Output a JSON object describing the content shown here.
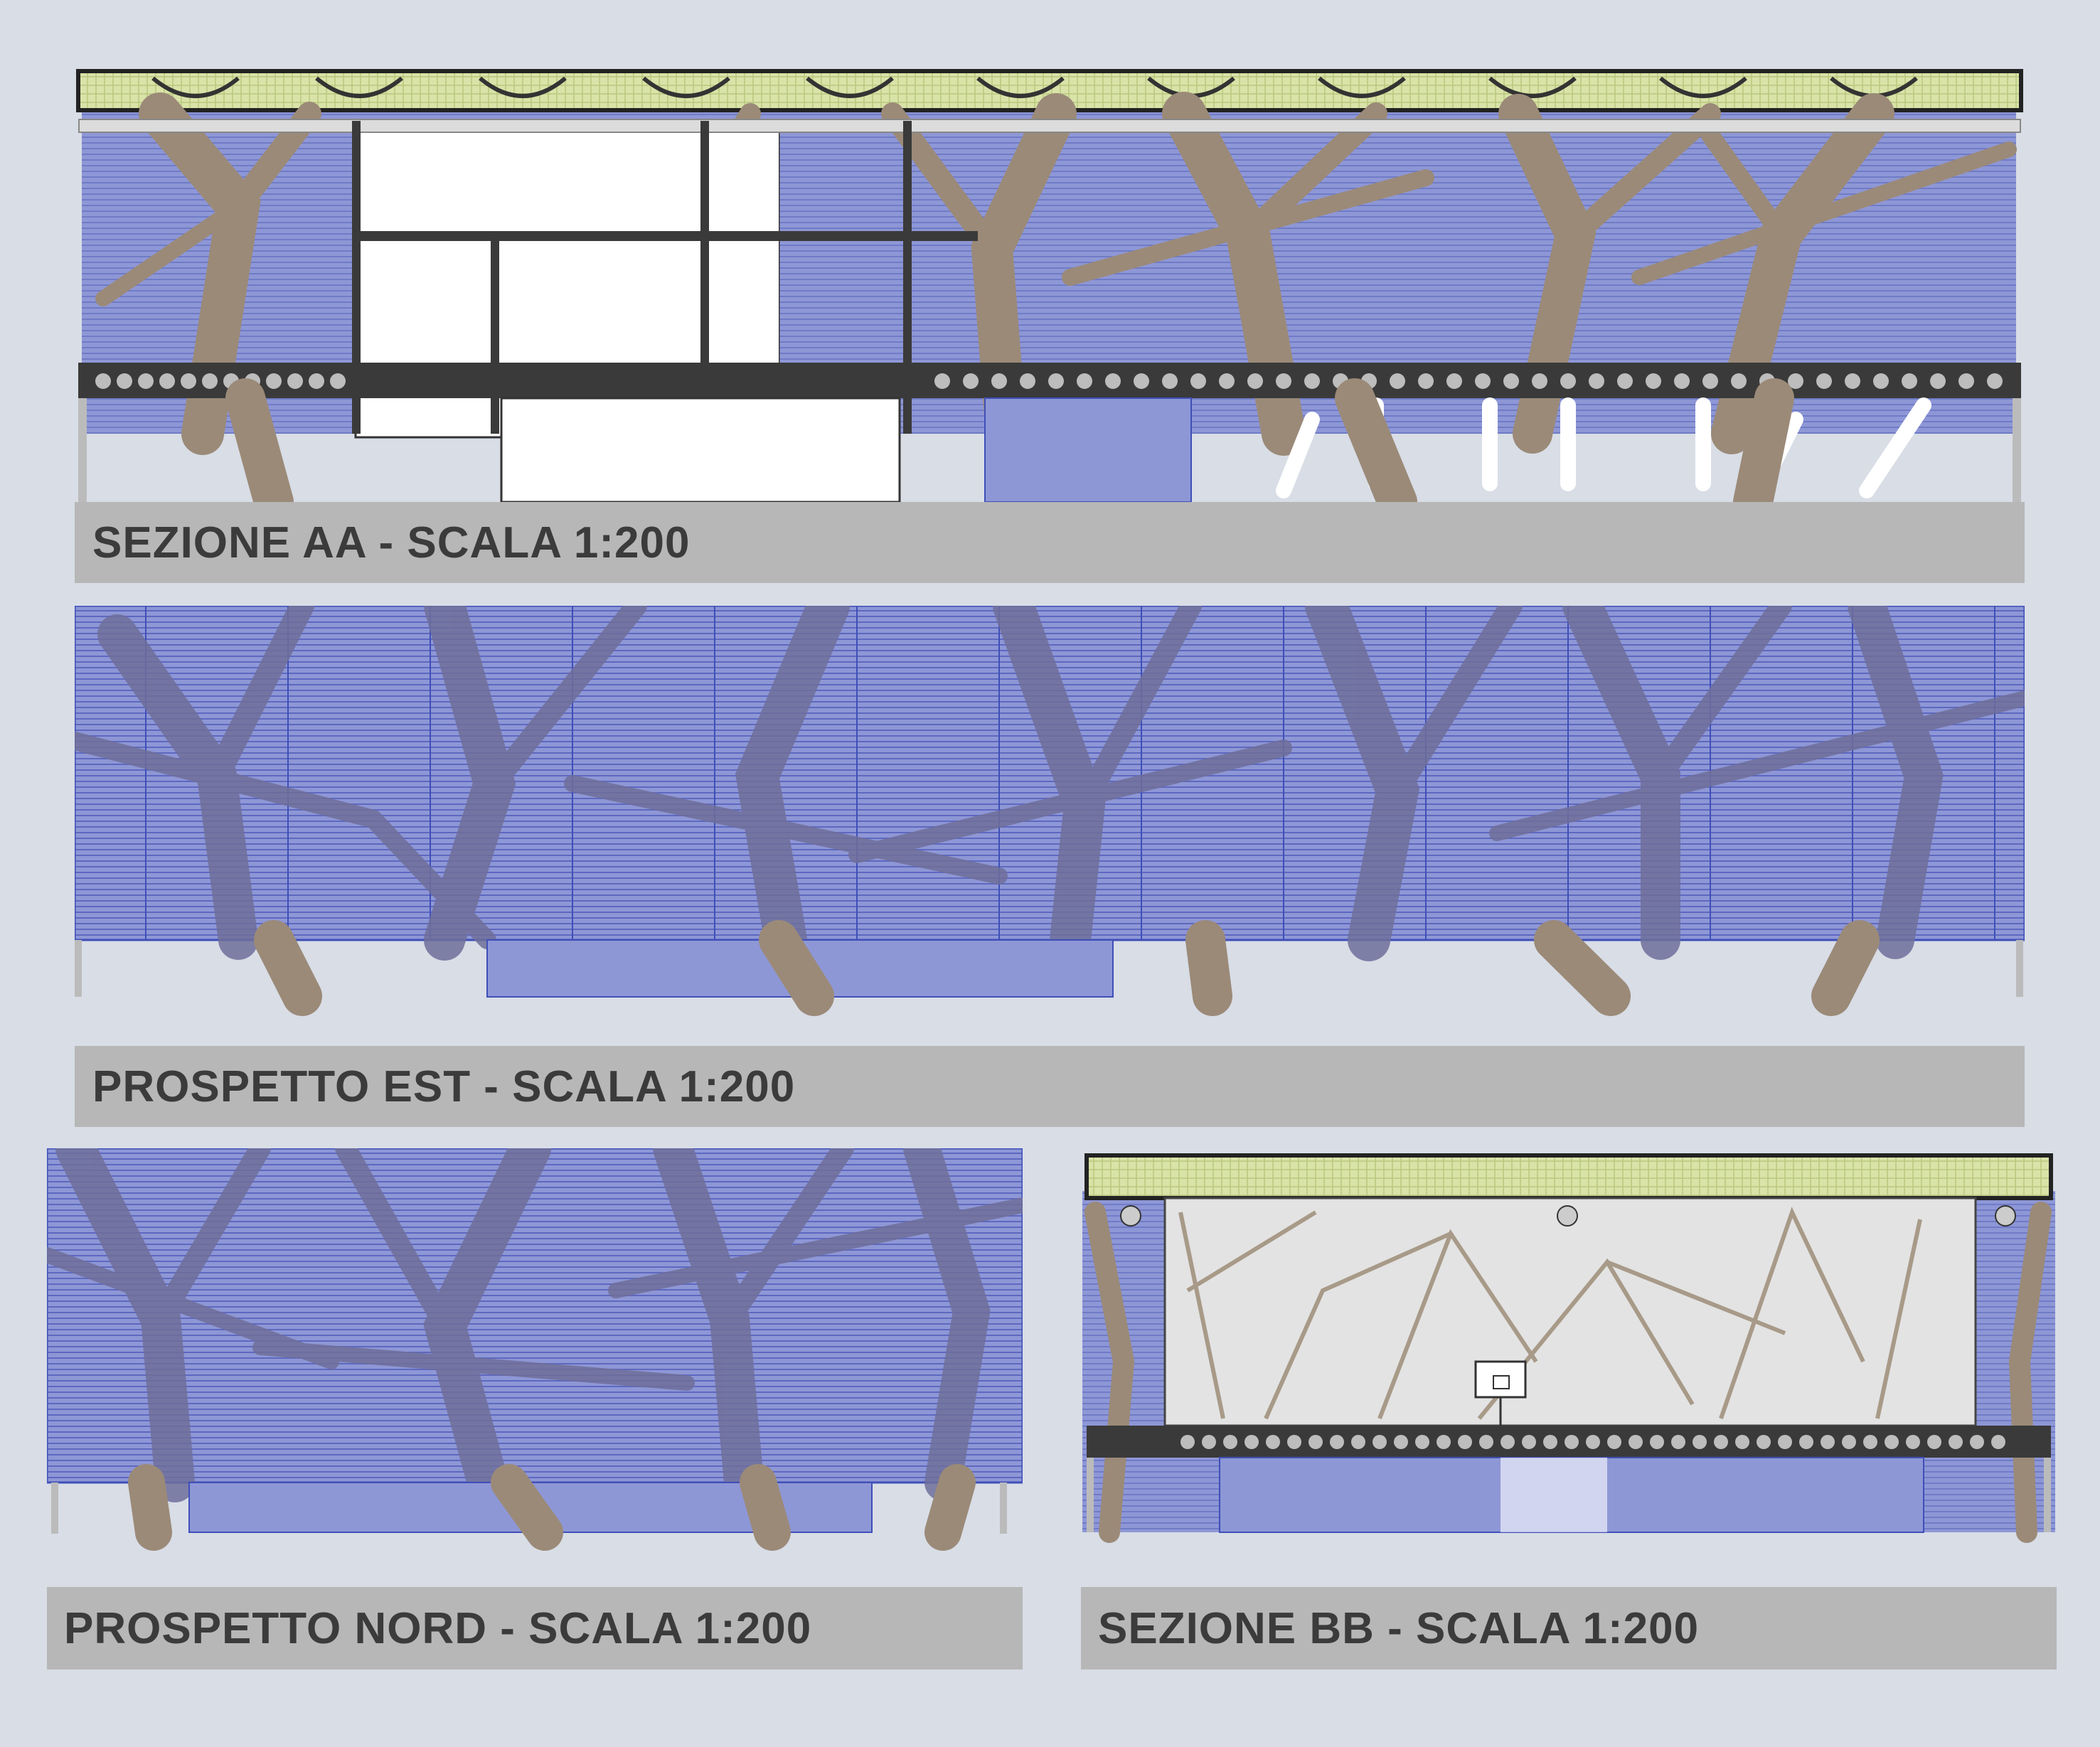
{
  "drawings": [
    {
      "id": "sezione-aa",
      "caption": "SEZIONE AA - SCALA 1:200"
    },
    {
      "id": "prospetto-est",
      "caption": "PROSPETTO EST - SCALA 1:200"
    },
    {
      "id": "prospetto-nord",
      "caption": "PROSPETTO NORD - SCALA 1:200"
    },
    {
      "id": "sezione-bb",
      "caption": "SEZIONE BB - SCALA 1:200"
    }
  ],
  "colors": {
    "background": "#d8dde6",
    "facade_blue": "#8e97d6",
    "line_blue": "#3f4fb8",
    "tree_trunk": "#9b8a78",
    "tree_shadow": "#6f6f9a",
    "slab_dark": "#3a3a3a",
    "roof_green": "#d9e3a8",
    "caption_band": "#b7b7b7",
    "caption_text": "#3b3b3b"
  }
}
